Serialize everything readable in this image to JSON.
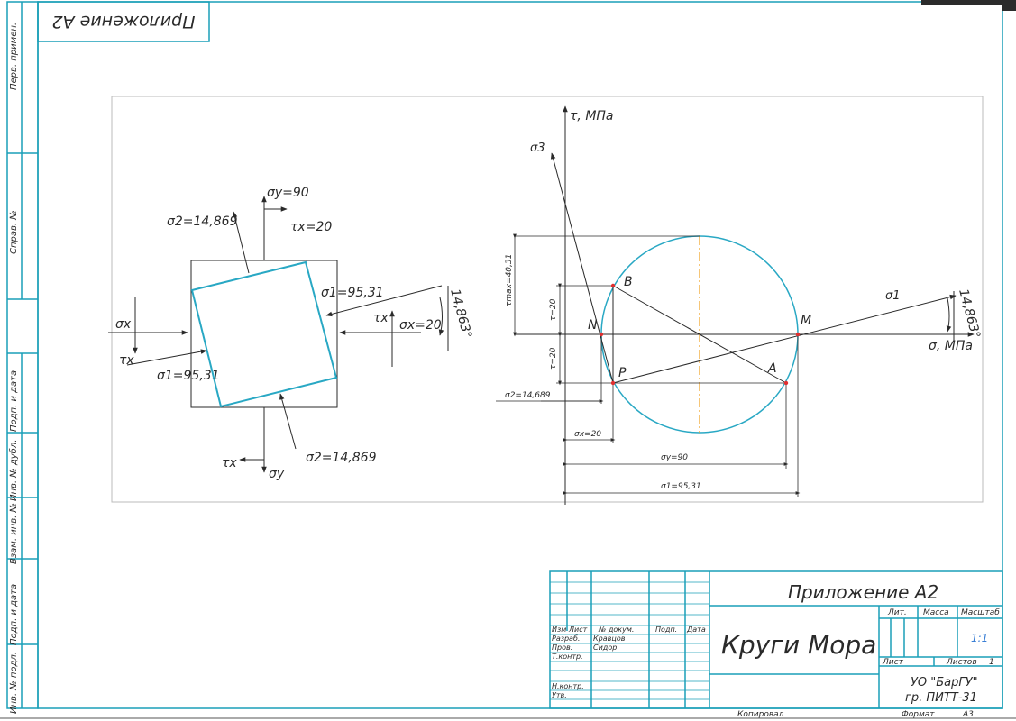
{
  "sheet": {
    "corner_stamp": "Приложение А2",
    "side_labels": [
      "Перв. примен.",
      "Справ. №",
      "Подп. и дата",
      "Инв. № дубл.",
      "Взам. инв. №",
      "Подп. и дата",
      "Инв. № подл."
    ]
  },
  "element": {
    "sigma_y_top": "σy=90",
    "tau_top": "τx=20",
    "sigma2_top": "σ2=14,869",
    "sigma1_right": "σ1=95,31",
    "tau_right": "τx",
    "sigma_x_right": "σx=20",
    "angle": "14,863°",
    "sigma_x_left": "σx",
    "tau_left": "τx",
    "sigma1_left": "σ1=95,31",
    "tau_bottom": "τx",
    "sigma_y_bottom": "σy",
    "sigma2_bottom": "σ2=14,869"
  },
  "mohr": {
    "tau_axis": "τ, МПа",
    "sigma_axis": "σ, МПа",
    "sigma3": "σ3",
    "sigma1": "σ1",
    "angle": "14,863°",
    "pt_B": "B",
    "pt_N": "N",
    "pt_M": "M",
    "pt_P": "P",
    "pt_A": "A",
    "tau_max": "τmax=40,31",
    "tau_pos": "τ=20",
    "tau_neg": "τ=20",
    "sigma2_dim": "σ2=14,689",
    "sigma_x_dim": "σx=20",
    "sigma_y_dim": "σy=90",
    "sigma1_dim": "σ1=95,31"
  },
  "title_block": {
    "headers": [
      "Изм",
      "Лист",
      "№ докум.",
      "Подп.",
      "Дата"
    ],
    "roles": [
      {
        "role": "Разраб.",
        "name": "Кравцов"
      },
      {
        "role": "Пров.",
        "name": "Сидор"
      },
      {
        "role": "Т.контр.",
        "name": ""
      },
      {
        "role": "",
        "name": ""
      },
      {
        "role": "Н.контр.",
        "name": ""
      },
      {
        "role": "Утв.",
        "name": ""
      }
    ],
    "doc_title": "Приложение А2",
    "drawing_name": "Круги Мора",
    "lit_label": "Лит.",
    "mass_label": "Масса",
    "scale_label": "Масштаб",
    "scale_value": "1:1",
    "sheet_label": "Лист",
    "sheets_label": "Листов",
    "sheets_count": "1",
    "org_line1": "УО \"БарГУ\"",
    "org_line2": "гр. ПИТТ-31",
    "copied": "Копировал",
    "format": "Формат",
    "format_value": "А3"
  },
  "colors": {
    "frame": "#1a9fb8",
    "circle": "#29a8c4",
    "axis_center": "#f0a020",
    "ink": "#2a2a2a",
    "point": "#e03030"
  }
}
